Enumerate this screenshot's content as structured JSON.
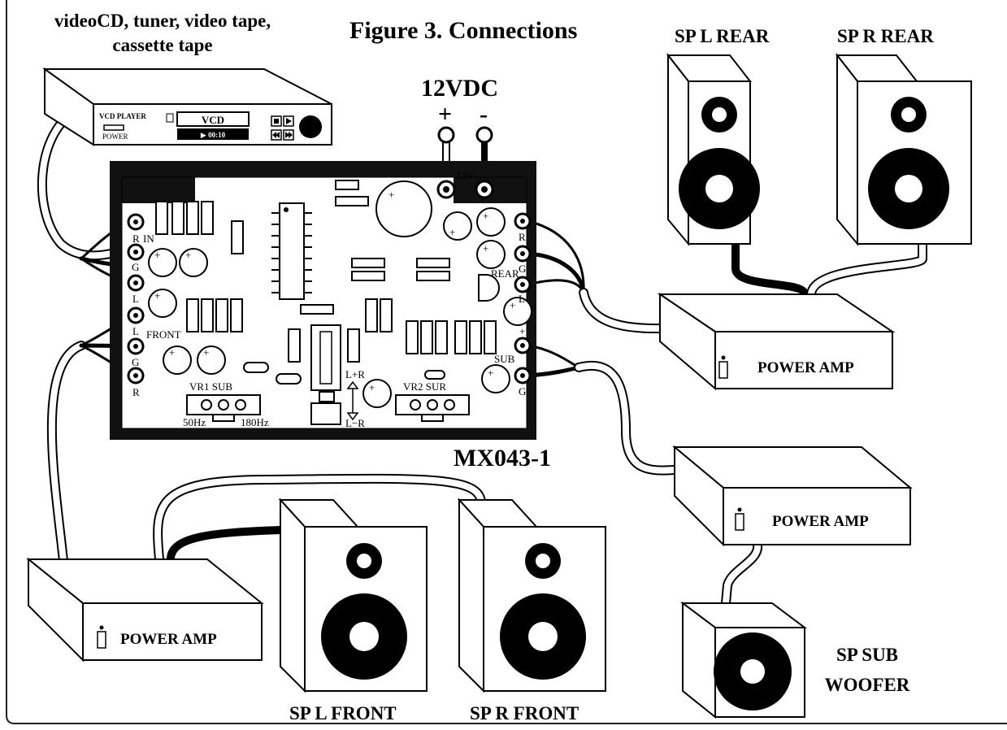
{
  "title": "Figure 3. Connections",
  "source_label": "videoCD, tuner, video tape,\ncassette tape",
  "power_label": "12VDC",
  "polarity": {
    "plus": "+",
    "minus": "-"
  },
  "board": {
    "name": "MX043-1",
    "v12": "12V",
    "in": "IN",
    "front": "FRONT",
    "rear": "REAR",
    "sub": "SUB",
    "r": "R",
    "g": "G",
    "l": "L",
    "vr1": "VR1 SUB",
    "vr2": "VR2 SUR",
    "hz50": "50Hz",
    "hz180": "180Hz",
    "lpr": "L+R",
    "lmr": "L−R"
  },
  "player": {
    "brand": "VCD PLAYER",
    "power": "POWER",
    "display": "VCD",
    "time": "▶ 00:10"
  },
  "amps": [
    "POWER AMP",
    "POWER AMP",
    "POWER AMP"
  ],
  "speakers": {
    "l_rear": "SP L REAR",
    "r_rear": "SP R REAR",
    "l_front": "SP L FRONT",
    "r_front": "SP R FRONT",
    "sub": "SP SUB\nWOOFER"
  }
}
